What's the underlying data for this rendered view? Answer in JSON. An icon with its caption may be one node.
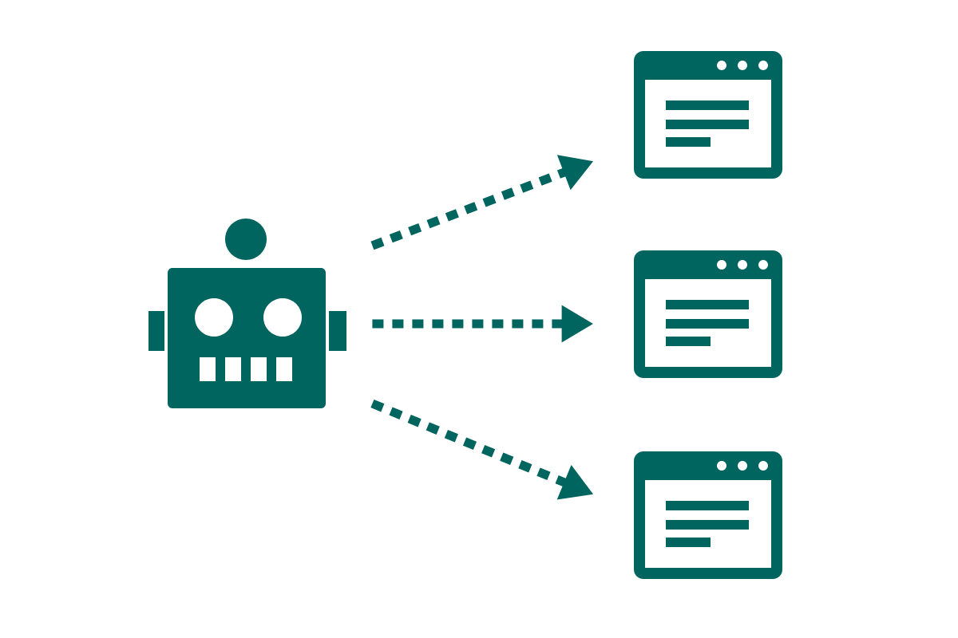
{
  "diagram": {
    "nodes": [
      {
        "text": [],
        "shape": "robot"
      },
      {
        "text": [],
        "shape": "window"
      },
      {
        "text": [],
        "shape": "window"
      },
      {
        "text": [],
        "shape": "window"
      }
    ],
    "edges": [
      {
        "from": 0,
        "to": 1,
        "arrow": "to",
        "style": "dashed"
      },
      {
        "from": 0,
        "to": 2,
        "arrow": "to",
        "style": "dashed"
      },
      {
        "from": 0,
        "to": 3,
        "arrow": "to",
        "style": "dashed"
      }
    ]
  }
}
